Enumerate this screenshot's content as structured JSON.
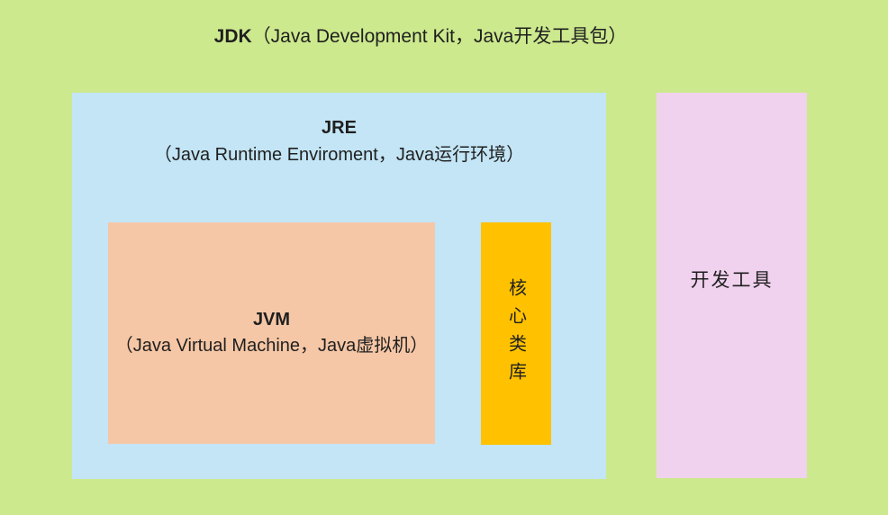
{
  "colors": {
    "background": "#cde98e",
    "jre_box": "#c3e5f5",
    "jvm_box": "#f6c7a6",
    "core_lib_box": "#ffc100",
    "dev_tools_box": "#f1d2ee",
    "text": "#1f1f1f"
  },
  "title": {
    "acronym": "JDK",
    "description": "（Java Development Kit，Java开发工具包）"
  },
  "jre": {
    "acronym": "JRE",
    "description": "（Java Runtime Enviroment，Java运行环境）"
  },
  "jvm": {
    "acronym": "JVM",
    "description": "（Java Virtual Machine，Java虚拟机）"
  },
  "core_library": {
    "label": "核心类库"
  },
  "dev_tools": {
    "label": "开发工具"
  }
}
